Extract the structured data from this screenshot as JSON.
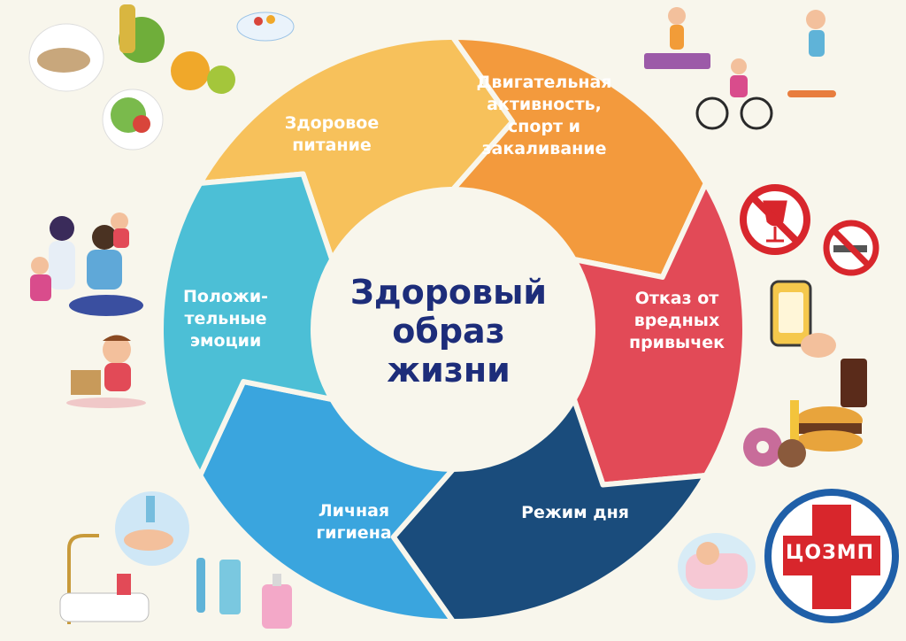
{
  "center_title": "Здоровый\nобраз\nжизни",
  "segments": [
    {
      "id": "nutrition",
      "label": "Здоровое\nпитание",
      "color": "#f7c15b"
    },
    {
      "id": "activity",
      "label": "Двигательная\nактивность,\nспорт и\nзакаливание",
      "color": "#f39a3d"
    },
    {
      "id": "habits",
      "label": "Отказ от\nвредных\nпривычек",
      "color": "#e24a57"
    },
    {
      "id": "regime",
      "label": "Режим дня",
      "color": "#1a4c7c"
    },
    {
      "id": "hygiene",
      "label": "Личная\nгигиена",
      "color": "#3aa5de"
    },
    {
      "id": "emotions",
      "label": "Положи-\nтельные\nэмоции",
      "color": "#4cbfd6"
    }
  ],
  "seal": {
    "text": "ЦОЗМП",
    "color": "#d8262c",
    "ring_color": "#1f5fa8"
  },
  "colors": {
    "background": "#f8f6ec",
    "title": "#1d2d7a",
    "inner_circle": "#f8f6ec"
  }
}
